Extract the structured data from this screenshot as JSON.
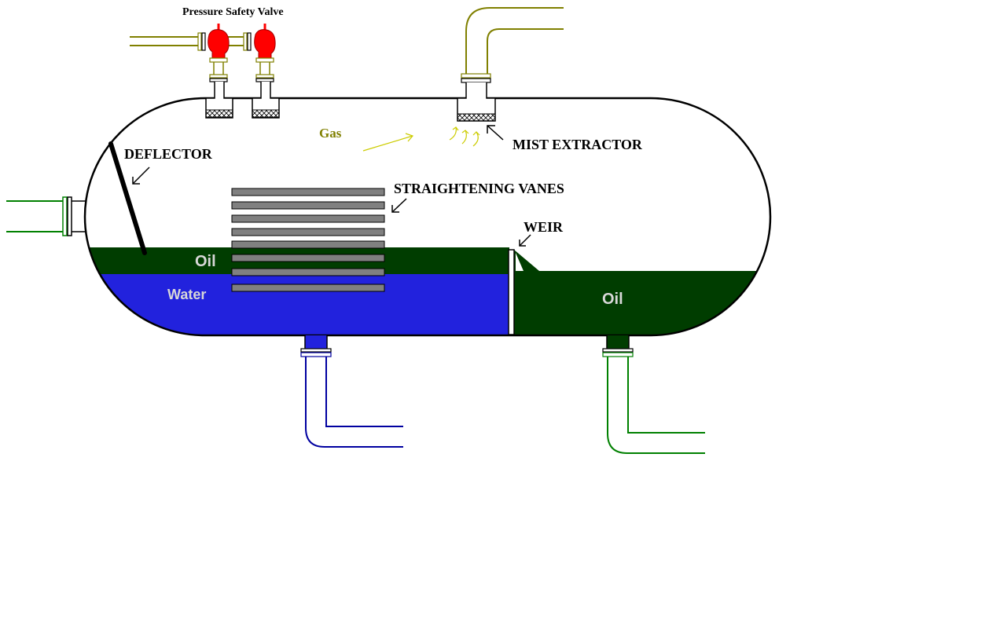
{
  "labels": {
    "psv": "Pressure Safety Valve",
    "gas": "Gas",
    "mist_extractor": "MIST EXTRACTOR",
    "deflector": "DEFLECTOR",
    "straightening_vanes": "STRAIGHTENING VANES",
    "weir": "WEIR",
    "oil_left": "Oil",
    "water": "Water",
    "oil_right": "Oil"
  },
  "colors": {
    "vessel_outline": "#000000",
    "oil": "#003d00",
    "water": "#2222dd",
    "gas_line": "#808000",
    "gas_label": "#808000",
    "gas_arrow": "#cccc00",
    "water_line": "#0000a0",
    "oil_line": "#008000",
    "valve": "#ff0000",
    "valve_stem": "#808000",
    "vanes": "#808080",
    "liquid_label": "#d8d8d8",
    "inlet_pipe": "#008000"
  },
  "vanes": {
    "count": 8
  }
}
